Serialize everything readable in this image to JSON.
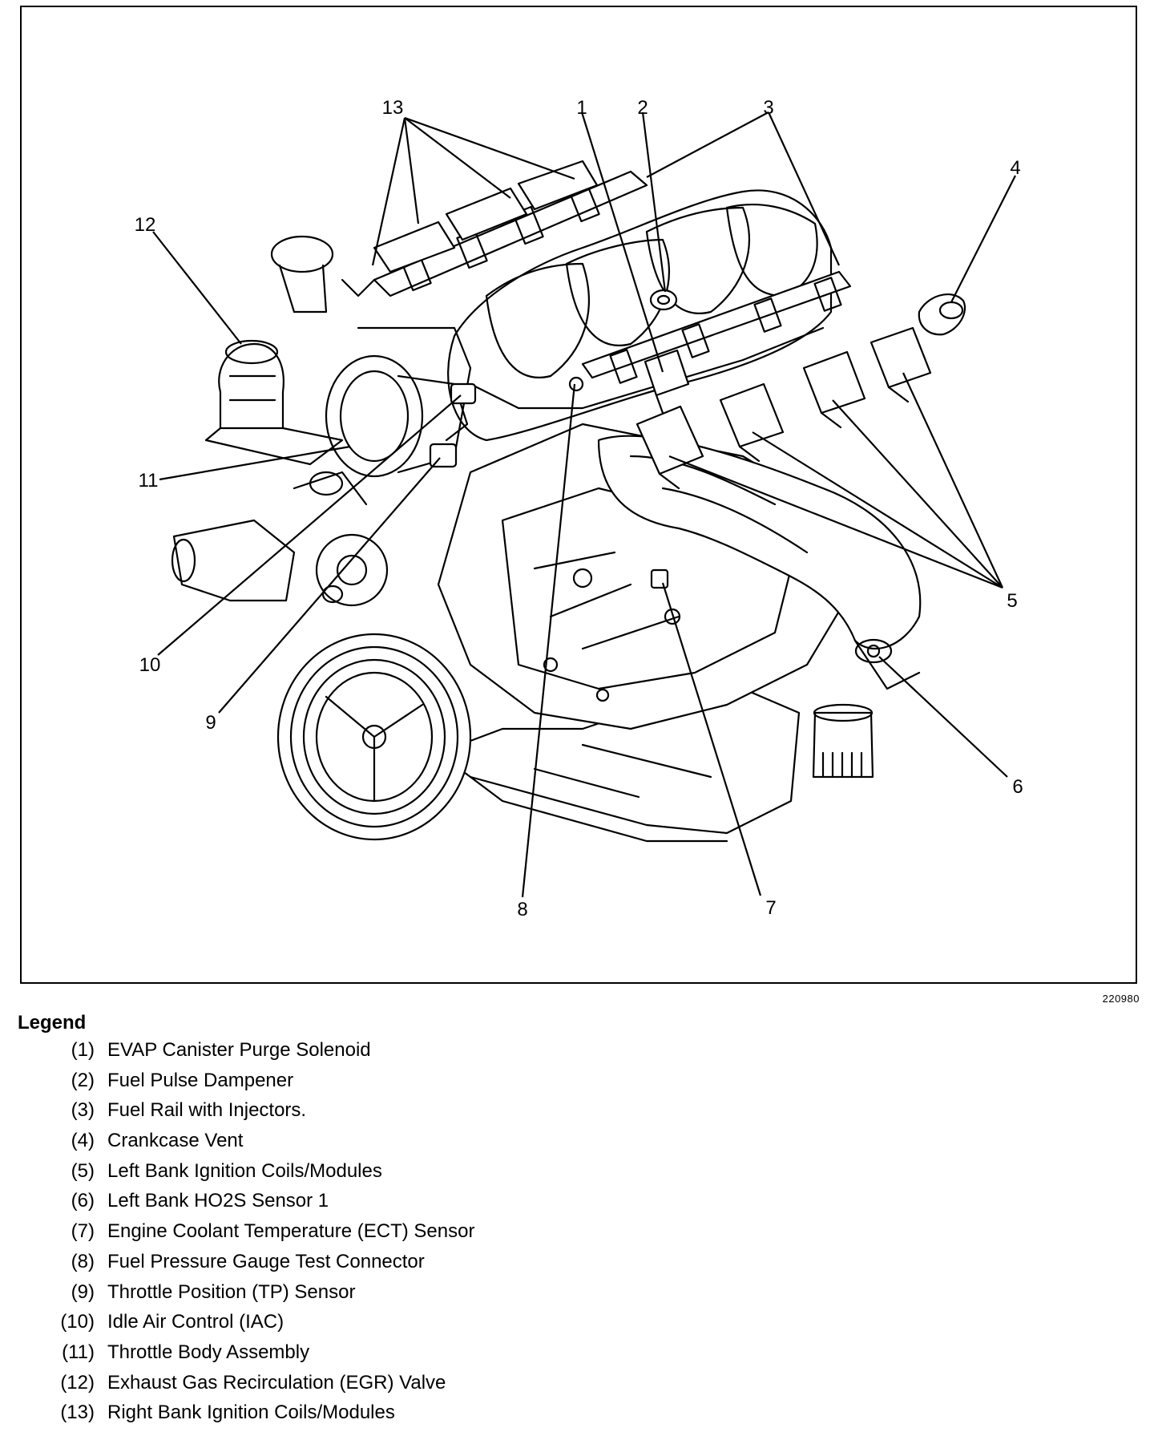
{
  "figure_id": "220980",
  "callouts": [
    {
      "id": "callout-1",
      "label": "1"
    },
    {
      "id": "callout-2",
      "label": "2"
    },
    {
      "id": "callout-3",
      "label": "3"
    },
    {
      "id": "callout-4",
      "label": "4"
    },
    {
      "id": "callout-5",
      "label": "5"
    },
    {
      "id": "callout-6",
      "label": "6"
    },
    {
      "id": "callout-7",
      "label": "7"
    },
    {
      "id": "callout-8",
      "label": "8"
    },
    {
      "id": "callout-9",
      "label": "9"
    },
    {
      "id": "callout-10",
      "label": "10"
    },
    {
      "id": "callout-11",
      "label": "11"
    },
    {
      "id": "callout-12",
      "label": "12"
    },
    {
      "id": "callout-13",
      "label": "13"
    }
  ],
  "legend": {
    "title": "Legend",
    "items": [
      {
        "num": "(1)",
        "text": "EVAP Canister Purge Solenoid"
      },
      {
        "num": "(2)",
        "text": "Fuel Pulse Dampener"
      },
      {
        "num": "(3)",
        "text": "Fuel Rail with Injectors."
      },
      {
        "num": "(4)",
        "text": "Crankcase Vent"
      },
      {
        "num": "(5)",
        "text": "Left Bank Ignition Coils/Modules"
      },
      {
        "num": "(6)",
        "text": "Left Bank HO2S Sensor 1"
      },
      {
        "num": "(7)",
        "text": "Engine Coolant Temperature (ECT) Sensor"
      },
      {
        "num": "(8)",
        "text": "Fuel Pressure Gauge Test Connector"
      },
      {
        "num": "(9)",
        "text": "Throttle Position (TP) Sensor"
      },
      {
        "num": "(10)",
        "text": "Idle Air Control (IAC)"
      },
      {
        "num": "(11)",
        "text": "Throttle Body Assembly"
      },
      {
        "num": "(12)",
        "text": "Exhaust Gas Recirculation (EGR) Valve"
      },
      {
        "num": "(13)",
        "text": "Right Bank Ignition Coils/Modules"
      }
    ]
  }
}
